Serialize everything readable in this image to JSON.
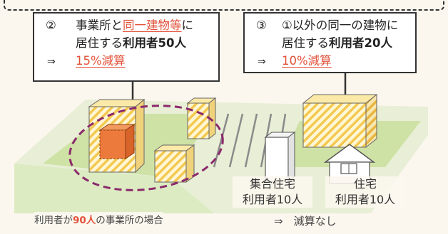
{
  "callout_2": {
    "number": "②",
    "line1_a": "事業所と",
    "line1_b": "同一建物等",
    "line1_c": "に",
    "line2_a": "居住する",
    "line2_b": "利用者50人",
    "arrow": "⇒",
    "result": "15%減算"
  },
  "callout_3": {
    "number": "③",
    "line1": "①以外の同一の建物に",
    "line2_a": "居住する",
    "line2_b": "利用者20人",
    "arrow": "⇒",
    "result": "10%減算"
  },
  "apartment_label": {
    "line1": "集合住宅",
    "line2": "利用者10人"
  },
  "house_label": {
    "line1": "住宅",
    "line2": "利用者10人"
  },
  "case_note": {
    "a": "利用者が",
    "b": "90人",
    "c": "の事業所の場合"
  },
  "no_reduction": "⇒　減算なし",
  "colors": {
    "accent_red": "#e2523a",
    "dashed_outline": "#8b2a6b",
    "ground": "#d9e8b8",
    "building_stripe": "#f3d36a",
    "office_fill": "#ec7a3c"
  }
}
